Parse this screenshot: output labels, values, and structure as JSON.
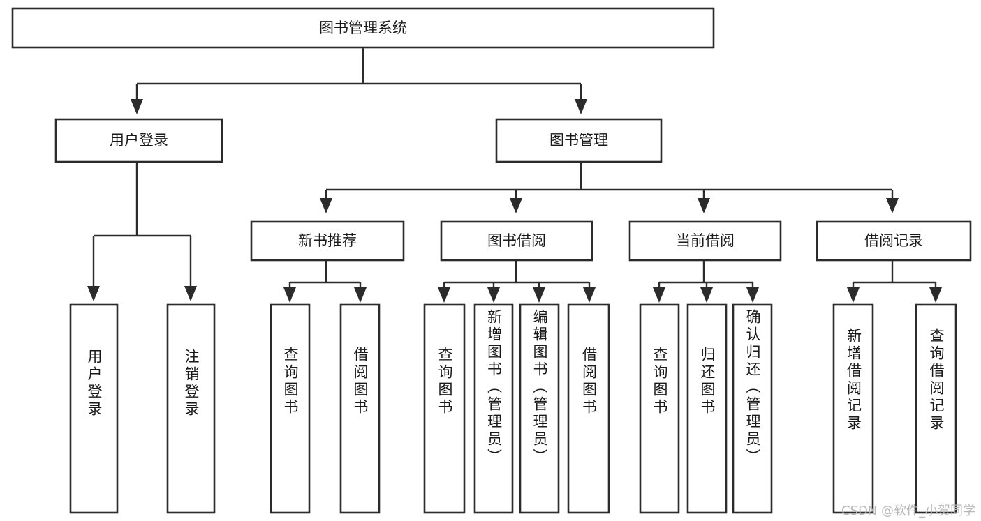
{
  "diagram": {
    "type": "tree",
    "title": "图书管理系统",
    "colors": {
      "box_stroke": "#2b2b2b",
      "box_fill": "#ffffff",
      "connector": "#2b2b2b",
      "text": "#1a1a1a",
      "background": "#ffffff",
      "watermark": "#b8b8b8"
    },
    "root": {
      "label": "图书管理系统"
    },
    "level2": [
      {
        "label": "用户登录"
      },
      {
        "label": "图书管理"
      }
    ],
    "level3": [
      {
        "label": "新书推荐"
      },
      {
        "label": "图书借阅"
      },
      {
        "label": "当前借阅"
      },
      {
        "label": "借阅记录"
      }
    ],
    "leaves": {
      "user_login": [
        {
          "label": "用户登录"
        },
        {
          "label": "注销登录"
        }
      ],
      "new_book_recommend": [
        {
          "label": "查询图书"
        },
        {
          "label": "借阅图书"
        }
      ],
      "book_borrow": [
        {
          "label": "查询图书"
        },
        {
          "label": "新增图书（管理员）"
        },
        {
          "label": "编辑图书（管理员）"
        },
        {
          "label": "借阅图书"
        }
      ],
      "current_borrow": [
        {
          "label": "查询图书"
        },
        {
          "label": "归还图书"
        },
        {
          "label": "确认归还（管理员）"
        }
      ],
      "borrow_record": [
        {
          "label": "新增借阅记录"
        },
        {
          "label": "查询借阅记录"
        }
      ]
    }
  },
  "watermark": {
    "text": "CSDN @软件_小贺同学"
  }
}
